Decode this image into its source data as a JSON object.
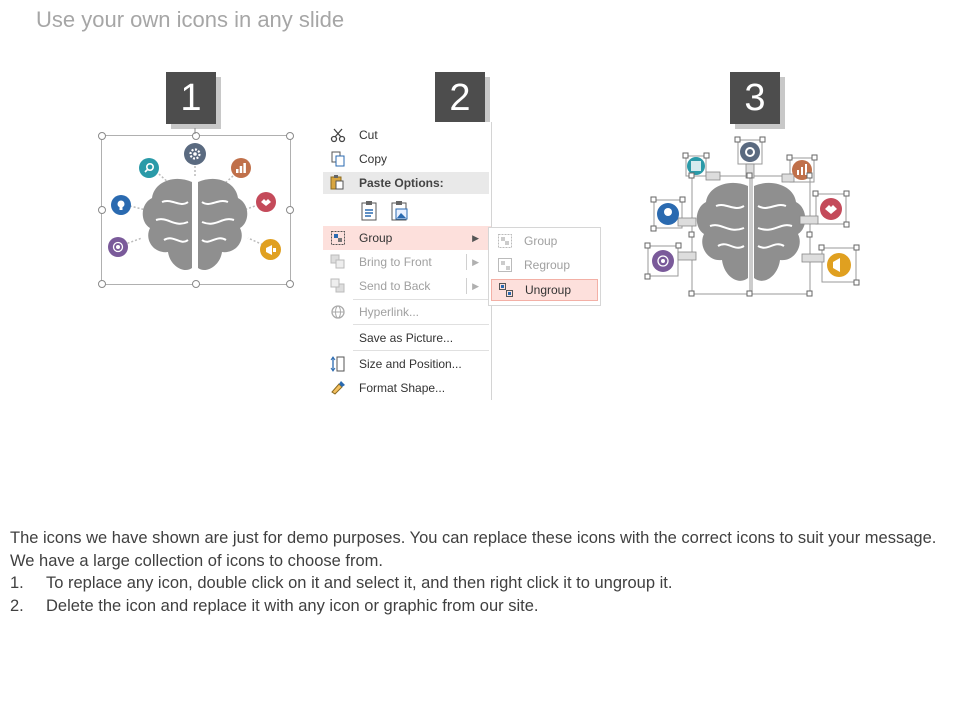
{
  "slide": {
    "title": "Use your own icons in any slide"
  },
  "steps": [
    "1",
    "2",
    "3"
  ],
  "context_menu": {
    "items": [
      {
        "label": "Cut",
        "icon": "scissors-icon",
        "enabled": true
      },
      {
        "label": "Copy",
        "icon": "copy-icon",
        "enabled": true
      },
      {
        "label": "Paste Options:",
        "icon": "paste-icon",
        "enabled": true
      },
      {
        "label": "Group",
        "icon": "group-icon",
        "enabled": true,
        "highlighted": true,
        "submenu": true
      },
      {
        "label": "Bring to Front",
        "icon": "bring-to-front-icon",
        "enabled": false,
        "submenu": true
      },
      {
        "label": "Send to Back",
        "icon": "send-to-back-icon",
        "enabled": false,
        "submenu": true
      },
      {
        "label": "Hyperlink...",
        "icon": "hyperlink-icon",
        "enabled": false
      },
      {
        "label": "Save as Picture...",
        "enabled": true
      },
      {
        "label": "Size and Position...",
        "icon": "size-position-icon",
        "enabled": true
      },
      {
        "label": "Format Shape...",
        "icon": "format-shape-icon",
        "enabled": true
      }
    ],
    "submenu": [
      {
        "label": "Group",
        "enabled": false
      },
      {
        "label": "Regroup",
        "enabled": false
      },
      {
        "label": "Ungroup",
        "enabled": true,
        "highlighted": true
      }
    ]
  },
  "icon_colors": {
    "teal": "#2a9aa8",
    "slate": "#5a6a80",
    "brown": "#c0704a",
    "crimson": "#c44a5a",
    "blue": "#2a6ab0",
    "purple": "#7a5a9a",
    "amber": "#e0a020",
    "brain": "#8a8a8a"
  },
  "body": {
    "intro": "The icons we have shown are just for demo purposes. You can replace these icons with the correct icons to suit your message. We have a large collection of icons to choose from.",
    "steps": [
      {
        "num": "1.",
        "text": "To replace any icon, double click on it and select it, and then right click it to ungroup it."
      },
      {
        "num": "2.",
        "text": "Delete the icon and replace it with any icon or graphic from our site."
      }
    ]
  }
}
